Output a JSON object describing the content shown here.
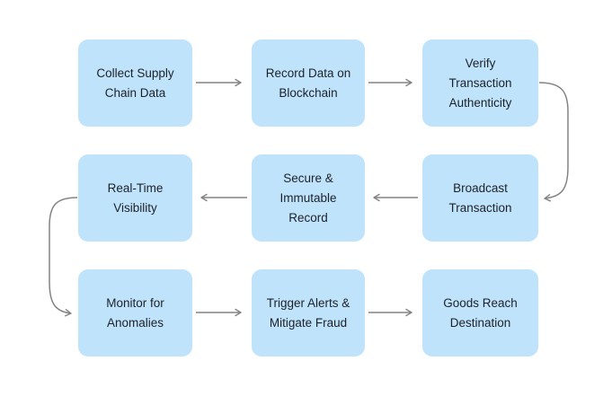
{
  "diagram": {
    "type": "flowchart",
    "background_color": "#FFFFFF",
    "node_fill_color": "#BEE3FB",
    "node_text_color": "#1E2128",
    "arrow_color": "#838383",
    "nodes": [
      {
        "id": "collect-supply-chain-data",
        "label": "Collect Supply\nChain Data"
      },
      {
        "id": "record-data-on-blockchain",
        "label": "Record Data on\nBlockchain"
      },
      {
        "id": "verify-transaction-authenticity",
        "label": "Verify\nTransaction\nAuthenticity"
      },
      {
        "id": "real-time-visibility",
        "label": "Real-Time\nVisibility"
      },
      {
        "id": "secure-immutable-record",
        "label": "Secure &\nImmutable\nRecord"
      },
      {
        "id": "broadcast-transaction",
        "label": "Broadcast\nTransaction"
      },
      {
        "id": "monitor-for-anomalies",
        "label": "Monitor for\nAnomalies"
      },
      {
        "id": "trigger-alerts-mitigate-fraud",
        "label": "Trigger Alerts &\nMitigate Fraud"
      },
      {
        "id": "goods-reach-destination",
        "label": "Goods Reach\nDestination"
      }
    ],
    "edges": [
      {
        "from": "collect-supply-chain-data",
        "to": "record-data-on-blockchain",
        "shape": "straight-right"
      },
      {
        "from": "record-data-on-blockchain",
        "to": "verify-transaction-authenticity",
        "shape": "straight-right"
      },
      {
        "from": "verify-transaction-authenticity",
        "to": "broadcast-transaction",
        "shape": "curve-down-right-side"
      },
      {
        "from": "broadcast-transaction",
        "to": "secure-immutable-record",
        "shape": "straight-left"
      },
      {
        "from": "secure-immutable-record",
        "to": "real-time-visibility",
        "shape": "straight-left"
      },
      {
        "from": "real-time-visibility",
        "to": "monitor-for-anomalies",
        "shape": "curve-down-left-side"
      },
      {
        "from": "monitor-for-anomalies",
        "to": "trigger-alerts-mitigate-fraud",
        "shape": "straight-right"
      },
      {
        "from": "trigger-alerts-mitigate-fraud",
        "to": "goods-reach-destination",
        "shape": "straight-right"
      }
    ]
  }
}
